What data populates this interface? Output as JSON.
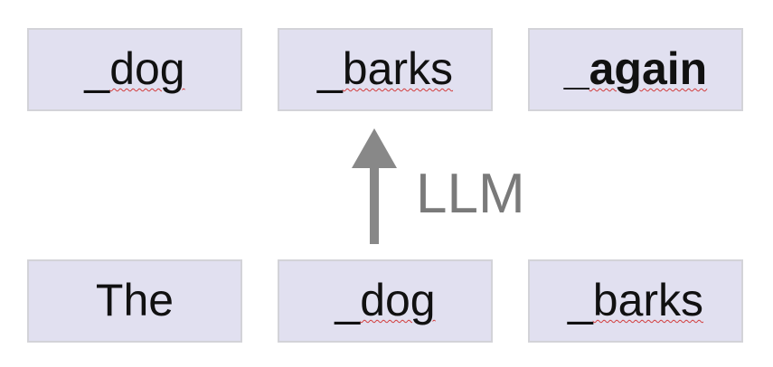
{
  "output_tokens": [
    {
      "prefix": "_",
      "word": "dog",
      "bold": false
    },
    {
      "prefix": "_",
      "word": "barks",
      "bold": false
    },
    {
      "prefix": "_",
      "word": "again",
      "bold": true
    }
  ],
  "input_tokens": [
    {
      "prefix": "",
      "word": "The",
      "bold": false
    },
    {
      "prefix": "_",
      "word": "dog",
      "bold": false
    },
    {
      "prefix": "_",
      "word": "barks",
      "bold": false
    }
  ],
  "model_label": "LLM",
  "colors": {
    "token_fill": "#e1e0f0",
    "token_border": "#d3d3d8",
    "arrow": "#888888",
    "label": "#7a7a7a",
    "spell_underline": "#d23b3b"
  }
}
